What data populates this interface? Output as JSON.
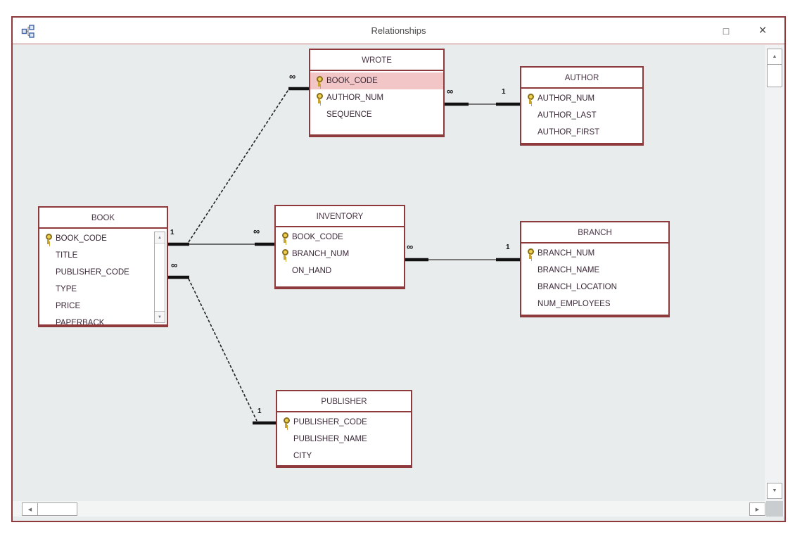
{
  "window": {
    "title": "Relationships"
  },
  "icons": {
    "relationships": "relationships-diagram-icon",
    "maximize": "□",
    "close": "×",
    "up": "▲",
    "down": "▼",
    "left": "◀",
    "right": "▶"
  },
  "tables": [
    {
      "name": "WROTE",
      "fields": [
        {
          "name": "BOOK_CODE",
          "key": true,
          "highlighted": true
        },
        {
          "name": "AUTHOR_NUM",
          "key": true
        },
        {
          "name": "SEQUENCE"
        }
      ]
    },
    {
      "name": "AUTHOR",
      "fields": [
        {
          "name": "AUTHOR_NUM",
          "key": true
        },
        {
          "name": "AUTHOR_LAST"
        },
        {
          "name": "AUTHOR_FIRST"
        }
      ]
    },
    {
      "name": "BOOK",
      "fields": [
        {
          "name": "BOOK_CODE",
          "key": true
        },
        {
          "name": "TITLE"
        },
        {
          "name": "PUBLISHER_CODE"
        },
        {
          "name": "TYPE"
        },
        {
          "name": "PRICE"
        },
        {
          "name": "PAPERBACK"
        }
      ]
    },
    {
      "name": "INVENTORY",
      "fields": [
        {
          "name": "BOOK_CODE",
          "key": true
        },
        {
          "name": "BRANCH_NUM",
          "key": true
        },
        {
          "name": "ON_HAND"
        }
      ]
    },
    {
      "name": "BRANCH",
      "fields": [
        {
          "name": "BRANCH_NUM",
          "key": true
        },
        {
          "name": "BRANCH_NAME"
        },
        {
          "name": "BRANCH_LOCATION"
        },
        {
          "name": "NUM_EMPLOYEES"
        }
      ]
    },
    {
      "name": "PUBLISHER",
      "fields": [
        {
          "name": "PUBLISHER_CODE",
          "key": true
        },
        {
          "name": "PUBLISHER_NAME"
        },
        {
          "name": "CITY"
        }
      ]
    }
  ],
  "connectors": [
    {
      "name": "book-wrote",
      "from_label": "1",
      "to_label": "∞"
    },
    {
      "name": "book-inventory",
      "from_label": "1",
      "to_label": "∞"
    },
    {
      "name": "book-publisher",
      "from_label": "∞",
      "to_label": "1"
    },
    {
      "name": "wrote-author",
      "from_label": "∞",
      "to_label": "1"
    },
    {
      "name": "inventory-branch",
      "from_label": "∞",
      "to_label": "1"
    }
  ],
  "colors": {
    "maroon": "#8e3a3d",
    "canvas": "#e9eced",
    "highlight": "#f2c6c6",
    "fieldtext": "#3a2837",
    "linecolor": "#1b1b1b"
  }
}
